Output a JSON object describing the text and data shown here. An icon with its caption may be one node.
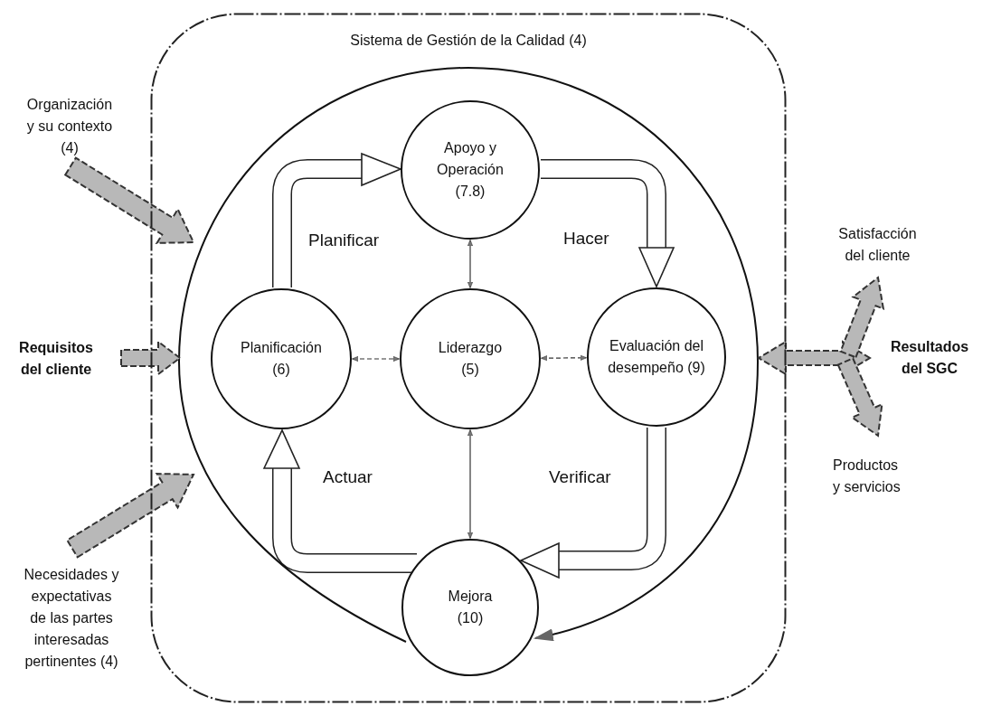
{
  "diagram": {
    "nodes": [
      {
        "text": [
          "Sistema de Gestión de la Calidad (4)"
        ]
      },
      {
        "text": [
          "Apoyo y Operación (7.8)"
        ],
        "in": 0
      },
      {
        "text": [
          "Planificación (6)"
        ],
        "in": 0
      },
      {
        "text": [
          "Liderazgo (5)"
        ],
        "in": 0
      },
      {
        "text": [
          "Evaluación del desempeño (9)"
        ],
        "in": 0
      },
      {
        "text": [
          "Mejora (10)"
        ],
        "in": 0
      },
      {
        "text": [
          "Organización y su contexto (4)"
        ]
      },
      {
        "text": [
          "Requisitos del cliente"
        ]
      },
      {
        "text": [
          "Necesidades y expectativas de las partes interesadas pertinentes (4)"
        ]
      },
      {
        "text": [
          "Satisfacción del cliente"
        ]
      },
      {
        "text": [
          "Resultados del SGC"
        ]
      },
      {
        "text": [
          "Productos y servicios"
        ]
      }
    ],
    "edges": [
      {
        "from": 1,
        "to": 3,
        "arrow": "both"
      },
      {
        "from": 2,
        "to": 3,
        "arrow": "both",
        "style": "dashed"
      },
      {
        "from": 3,
        "to": 4,
        "arrow": "both",
        "style": "dashed"
      },
      {
        "from": 3,
        "to": 5,
        "arrow": "both"
      },
      {
        "from": 2,
        "to": 1,
        "arrow": "to",
        "label": "Planificar",
        "style": "thick"
      },
      {
        "from": 1,
        "to": 4,
        "arrow": "to",
        "label": "Hacer",
        "style": "thick"
      },
      {
        "from": 4,
        "to": 5,
        "arrow": "to",
        "label": "Verificar",
        "style": "thick"
      },
      {
        "from": 5,
        "to": 2,
        "arrow": "to",
        "label": "Actuar",
        "style": "thick"
      },
      {
        "from": 5,
        "to": 5,
        "arrow": "to"
      },
      {
        "from": 6,
        "to": 0,
        "arrow": "to",
        "style": "thick",
        "color": "#b8b8b8"
      },
      {
        "from": 7,
        "to": 0,
        "arrow": "to",
        "style": "thick",
        "color": "#b8b8b8"
      },
      {
        "from": 8,
        "to": 0,
        "arrow": "to",
        "style": "thick",
        "color": "#b8b8b8"
      },
      {
        "from": 10,
        "to": 0,
        "arrow": "both",
        "style": "thick",
        "color": "#b8b8b8"
      },
      {
        "from": 10,
        "to": 9,
        "arrow": "to",
        "style": "thick",
        "color": "#b8b8b8"
      },
      {
        "from": 10,
        "to": 11,
        "arrow": "to",
        "style": "thick",
        "color": "#b8b8b8"
      }
    ]
  }
}
